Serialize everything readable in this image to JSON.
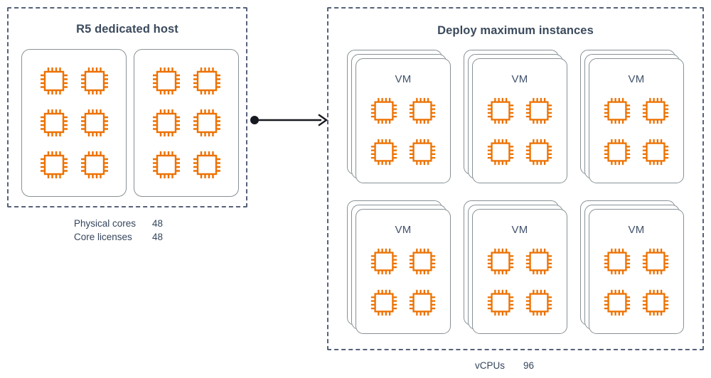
{
  "diagram": {
    "colors": {
      "chip_orange": "#ED7100",
      "panel_dashed": "#56617A",
      "card_border": "#879196",
      "title_text": "#3B4A5C",
      "arrow": "#16191F"
    }
  },
  "host_panel": {
    "title": "R5 dedicated host",
    "sockets": [
      {
        "chips": [
          "cpu-chip-icon",
          "cpu-chip-icon",
          "cpu-chip-icon",
          "cpu-chip-icon",
          "cpu-chip-icon",
          "cpu-chip-icon"
        ]
      },
      {
        "chips": [
          "cpu-chip-icon",
          "cpu-chip-icon",
          "cpu-chip-icon",
          "cpu-chip-icon",
          "cpu-chip-icon",
          "cpu-chip-icon"
        ]
      }
    ],
    "metrics": [
      {
        "label": "Physical cores",
        "value": "48"
      },
      {
        "label": "Core licenses",
        "value": "48"
      }
    ]
  },
  "connector": {
    "name": "flow-arrow",
    "start_marker": "dot",
    "end_marker": "arrowhead"
  },
  "deploy_panel": {
    "title": "Deploy maximum instances",
    "vm_stacks": [
      {
        "label": "VM",
        "cards_in_stack": 3,
        "chips": [
          "cpu-chip-icon",
          "cpu-chip-icon",
          "cpu-chip-icon",
          "cpu-chip-icon"
        ]
      },
      {
        "label": "VM",
        "cards_in_stack": 3,
        "chips": [
          "cpu-chip-icon",
          "cpu-chip-icon",
          "cpu-chip-icon",
          "cpu-chip-icon"
        ]
      },
      {
        "label": "VM",
        "cards_in_stack": 3,
        "chips": [
          "cpu-chip-icon",
          "cpu-chip-icon",
          "cpu-chip-icon",
          "cpu-chip-icon"
        ]
      },
      {
        "label": "VM",
        "cards_in_stack": 3,
        "chips": [
          "cpu-chip-icon",
          "cpu-chip-icon",
          "cpu-chip-icon",
          "cpu-chip-icon"
        ]
      },
      {
        "label": "VM",
        "cards_in_stack": 3,
        "chips": [
          "cpu-chip-icon",
          "cpu-chip-icon",
          "cpu-chip-icon",
          "cpu-chip-icon"
        ]
      },
      {
        "label": "VM",
        "cards_in_stack": 3,
        "chips": [
          "cpu-chip-icon",
          "cpu-chip-icon",
          "cpu-chip-icon",
          "cpu-chip-icon"
        ]
      }
    ],
    "metrics": [
      {
        "label": "vCPUs",
        "value": "96"
      }
    ]
  }
}
